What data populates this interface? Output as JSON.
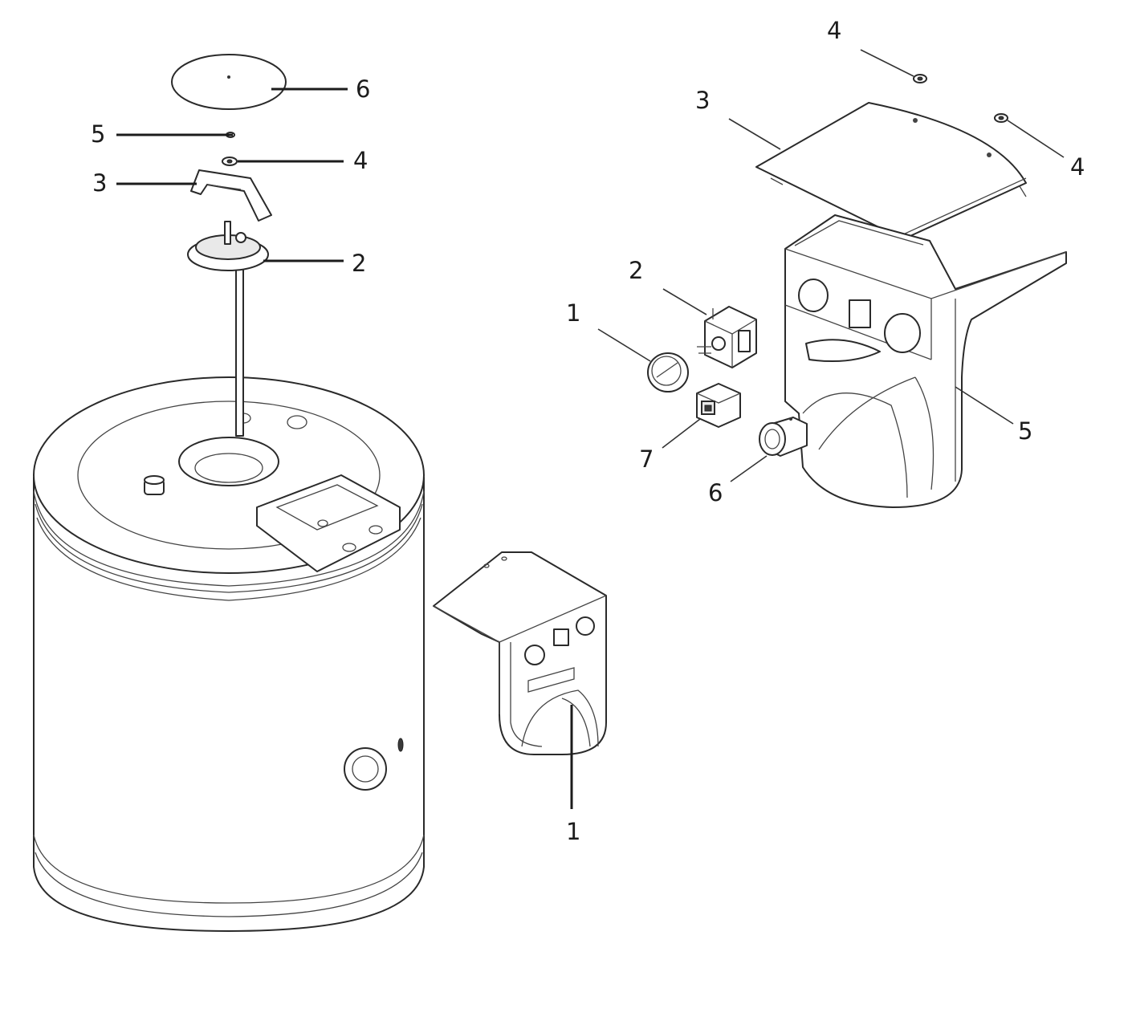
{
  "callouts": {
    "left": {
      "n6": "6",
      "n5": "5",
      "n4": "4",
      "n3": "3",
      "n2": "2",
      "n1": "1"
    },
    "right": {
      "n4_top": "4",
      "n3": "3",
      "n4_side": "4",
      "n2": "2",
      "n1": "1",
      "n5": "5",
      "n7": "7",
      "n6": "6"
    }
  }
}
